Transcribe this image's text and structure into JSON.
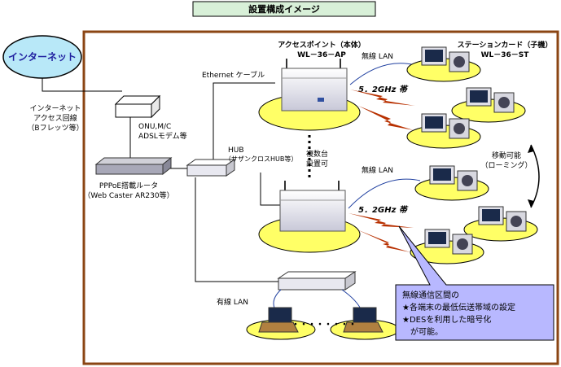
{
  "title": "設置構成イメージ",
  "internet_label": "インターネット",
  "access_line": [
    "インターネット",
    "アクセス回線",
    "（Bフレッツ等）"
  ],
  "onu_label": [
    "ONU,M/C",
    "ADSLモデム等"
  ],
  "router_label": [
    "PPPoE搭載ルータ",
    "（Web Caster AR230等）"
  ],
  "hub_label": [
    "HUB",
    "（サザンクロスHUB等）"
  ],
  "ethernet_label": "Ethernet ケーブル",
  "ap_label": [
    "アクセスポイント（本体）",
    "WL－36－AP"
  ],
  "station_label": [
    "ステーションカード（子機）",
    "WL－36－ST"
  ],
  "wireless_top": "無線 LAN",
  "wireless_mid": "無線 LAN",
  "band_top": "5．2GHz 帯",
  "band_bottom": "5．2GHz 帯",
  "multiple": [
    "複数台",
    "設置可"
  ],
  "roaming": [
    "移動可能",
    "（ローミング）"
  ],
  "wired_lan": "有線 LAN",
  "dots": "・・・・・・・・",
  "callout": [
    "無線通信区間の",
    "★各端末の最低伝送帯域の設定",
    "★DESを利用した暗号化",
    "　が可能。"
  ],
  "colors": {
    "frame": "#8b4513",
    "cloud": "#b8e8f8",
    "cloud_text": "#2020a0",
    "title_bg": "#d8f0d8",
    "ellipse": "#ffff66",
    "callout": "#b8b8ff",
    "bolt": "#b83000"
  }
}
